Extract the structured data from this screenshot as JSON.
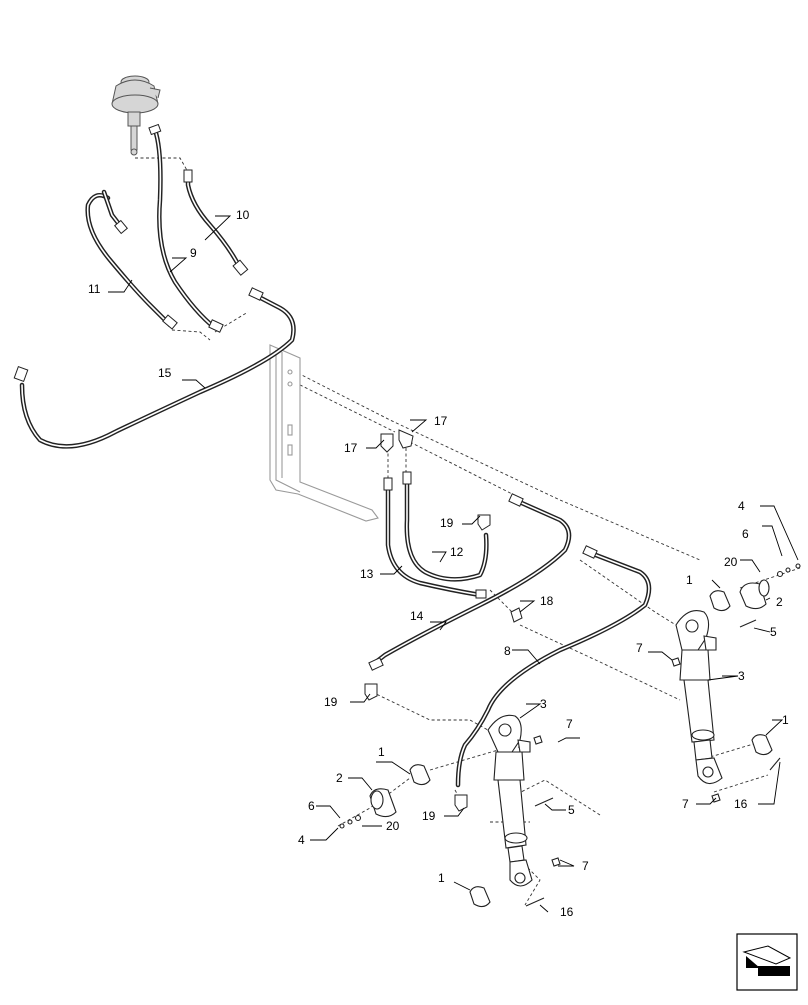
{
  "diagram": {
    "callouts": [
      {
        "id": "c-10",
        "text": "10"
      },
      {
        "id": "c-9",
        "text": "9"
      },
      {
        "id": "c-11",
        "text": "11"
      },
      {
        "id": "c-15",
        "text": "15"
      },
      {
        "id": "c-17a",
        "text": "17"
      },
      {
        "id": "c-17b",
        "text": "17"
      },
      {
        "id": "c-19a",
        "text": "19"
      },
      {
        "id": "c-12",
        "text": "12"
      },
      {
        "id": "c-13",
        "text": "13"
      },
      {
        "id": "c-18",
        "text": "18"
      },
      {
        "id": "c-14",
        "text": "14"
      },
      {
        "id": "c-8",
        "text": "8"
      },
      {
        "id": "c-4a",
        "text": "4"
      },
      {
        "id": "c-6a",
        "text": "6"
      },
      {
        "id": "c-20a",
        "text": "20"
      },
      {
        "id": "c-2a",
        "text": "2"
      },
      {
        "id": "c-1a",
        "text": "1"
      },
      {
        "id": "c-5a",
        "text": "5"
      },
      {
        "id": "c-7a",
        "text": "7"
      },
      {
        "id": "c-3a",
        "text": "3"
      },
      {
        "id": "c-19b",
        "text": "19"
      },
      {
        "id": "c-3b",
        "text": "3"
      },
      {
        "id": "c-7b",
        "text": "7"
      },
      {
        "id": "c-1b",
        "text": "1"
      },
      {
        "id": "c-2b",
        "text": "2"
      },
      {
        "id": "c-5b",
        "text": "5"
      },
      {
        "id": "c-6b",
        "text": "6"
      },
      {
        "id": "c-4b",
        "text": "4"
      },
      {
        "id": "c-20b",
        "text": "20"
      },
      {
        "id": "c-19c",
        "text": "19"
      },
      {
        "id": "c-1c",
        "text": "1"
      },
      {
        "id": "c-7c",
        "text": "7"
      },
      {
        "id": "c-16a",
        "text": "16"
      },
      {
        "id": "c-1d",
        "text": "1"
      },
      {
        "id": "c-7d",
        "text": "7"
      },
      {
        "id": "c-16b",
        "text": "16"
      }
    ]
  },
  "corner_icon": "return-arrow-icon"
}
